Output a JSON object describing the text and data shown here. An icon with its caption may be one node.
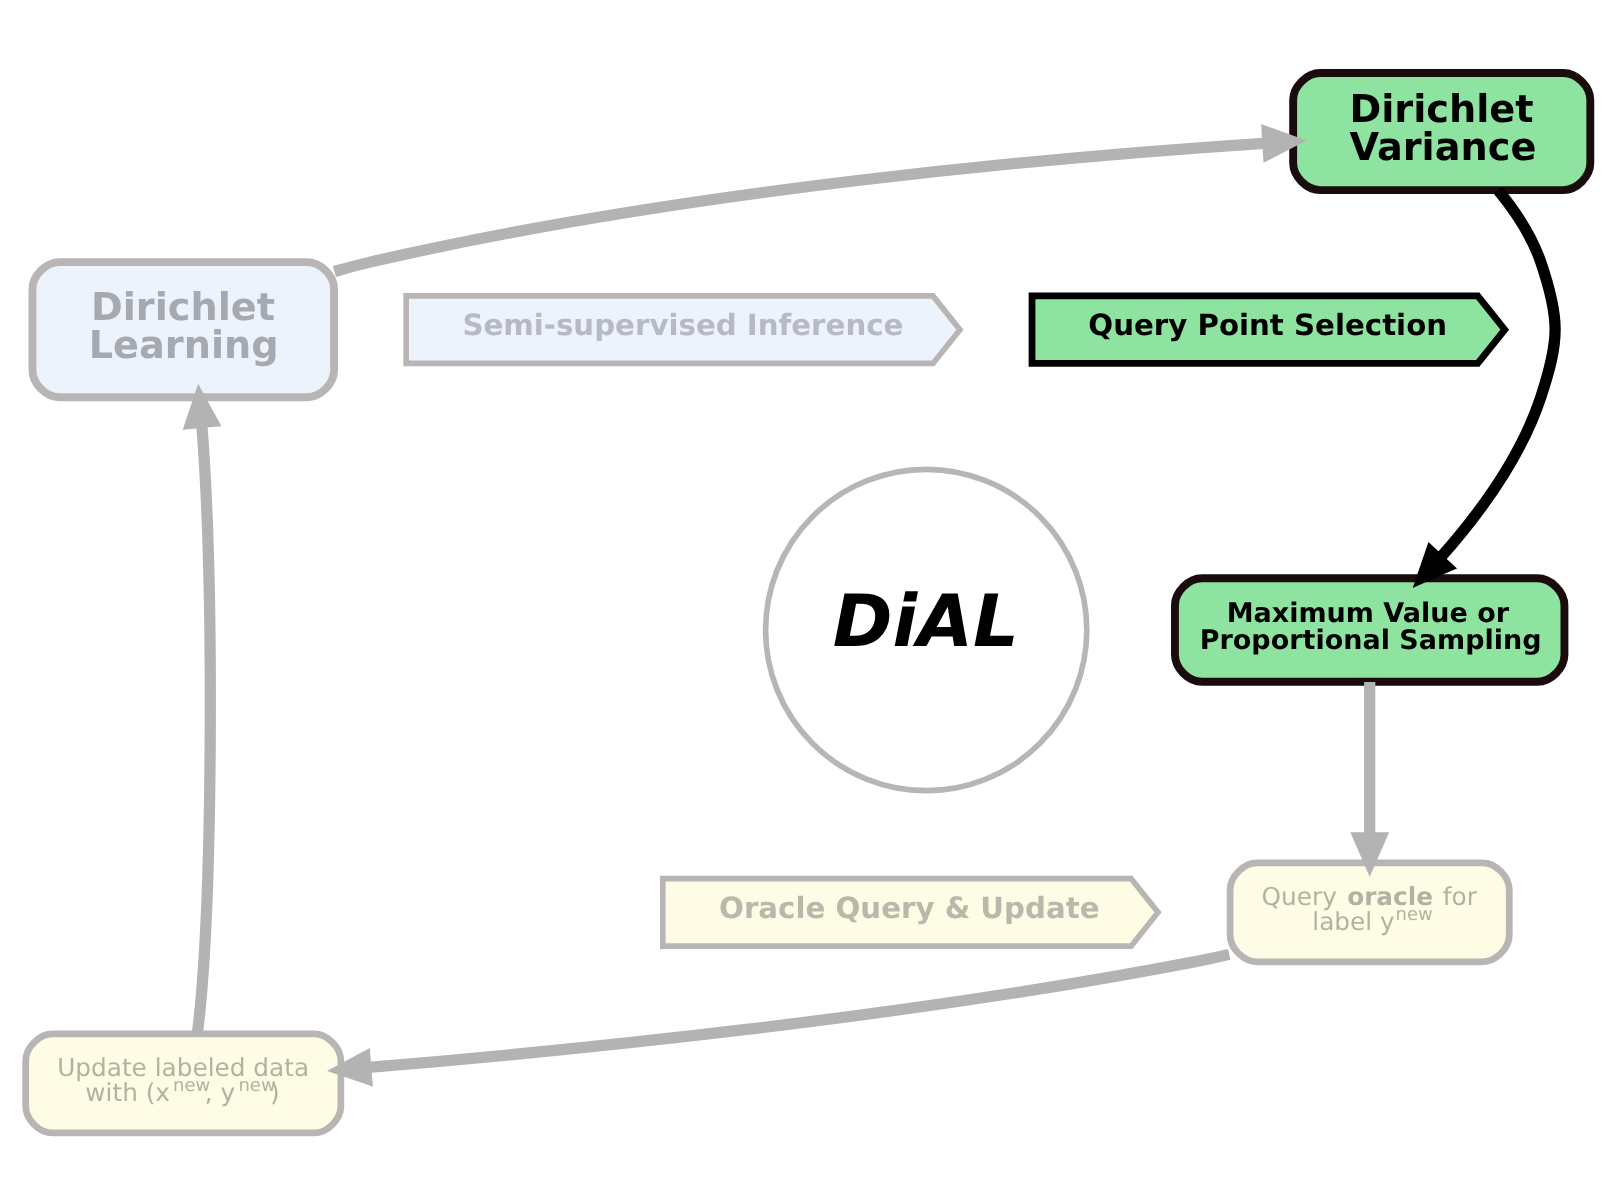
{
  "diagram": {
    "nodes": [
      {
        "text": [
          "Dirichlet Learning"
        ]
      },
      {
        "text": [
          "Dirichlet Variance"
        ]
      },
      {
        "text": [
          "Semi-supervised Inference"
        ]
      },
      {
        "text": [
          "Query Point Selection"
        ]
      },
      {
        "text": [
          "DiAL"
        ]
      },
      {
        "text": [
          "Maximum Value or Proportional Sampling"
        ]
      },
      {
        "text": [
          "Oracle Query & Update"
        ]
      },
      {
        "text": [
          "Update labeled data with (x$^{new}$, y$^{new}$)"
        ]
      },
      {
        "text": [
          "Query **oracle** for label y$^{new}$"
        ]
      }
    ],
    "edges": [
      {
        "from": 0,
        "to": 1,
        "arrow": "to"
      },
      {
        "from": 1,
        "to": 5,
        "arrow": "to",
        "color": "#000000"
      },
      {
        "from": 5,
        "to": 8,
        "arrow": "to"
      },
      {
        "from": 8,
        "to": 7,
        "arrow": "to"
      },
      {
        "from": 7,
        "to": 0,
        "arrow": "to"
      }
    ]
  }
}
